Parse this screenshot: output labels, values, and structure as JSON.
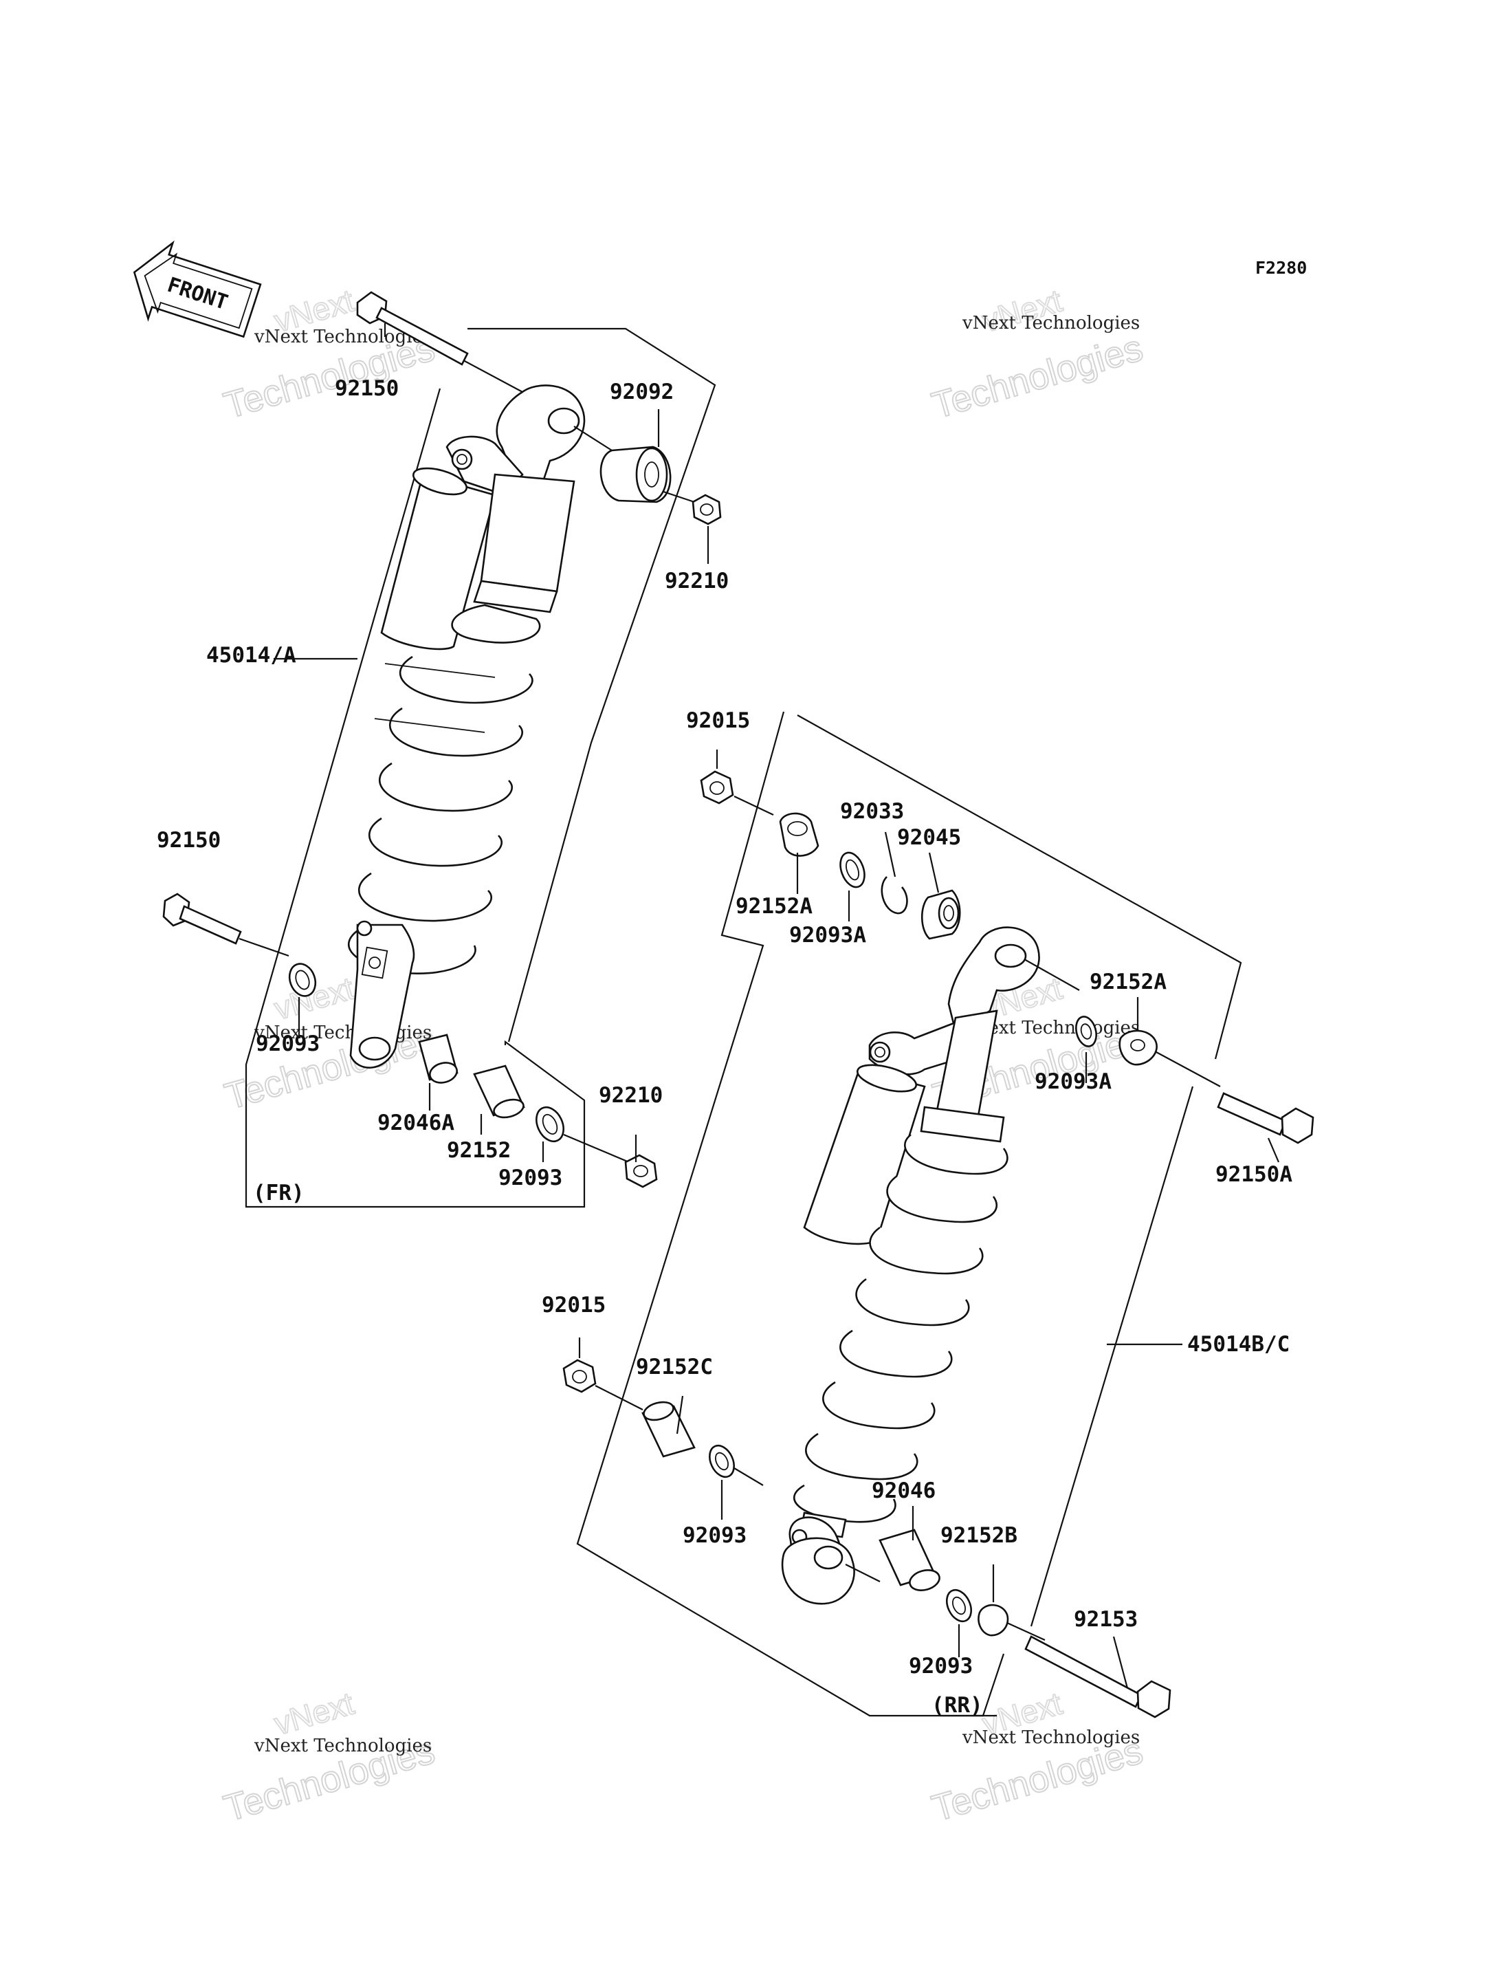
{
  "diagram": {
    "code": "F2280",
    "front_label": "FRONT",
    "watermark": {
      "line1": "vNext Technologies",
      "line2": "vNext",
      "line3": "Technologies"
    },
    "group_labels": {
      "front": "(FR)",
      "rear": "(RR)"
    },
    "parts": {
      "p92150_top": "92150",
      "p92092": "92092",
      "p92210_top": "92210",
      "p45014a": "45014/A",
      "p92150_left": "92150",
      "p92093_left": "92093",
      "p92046a": "92046A",
      "p92152": "92152",
      "p92093_front": "92093",
      "p92210_bottom": "92210",
      "p92015_top": "92015",
      "p92033": "92033",
      "p92045": "92045",
      "p92152a_left": "92152A",
      "p92093a_left": "92093A",
      "p92152a_right": "92152A",
      "p92093a_right": "92093A",
      "p92150a": "92150A",
      "p45014bc": "45014B/C",
      "p92015_bottom": "92015",
      "p92152c": "92152C",
      "p92093_rear_left": "92093",
      "p92046": "92046",
      "p92152b": "92152B",
      "p92093_rear": "92093",
      "p92153": "92153"
    }
  }
}
